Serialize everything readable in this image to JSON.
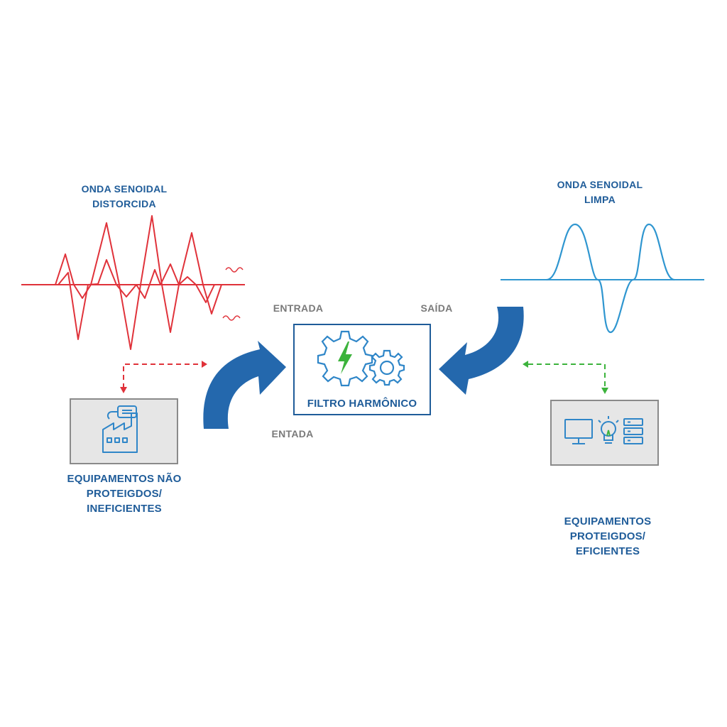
{
  "diagram": {
    "left_wave": {
      "title": "ONDA SENOIDAL\nDISTORCIDA",
      "color": "#e0323a",
      "type": "distorted-sine"
    },
    "right_wave": {
      "title": "ONDA SENOIDAL\nLIMPA",
      "color": "#2f96d0",
      "type": "clean-sine"
    },
    "filter": {
      "label": "FILTRO HARMÔNICO",
      "border_color": "#1f5c99",
      "icons": [
        "gear-lightning-icon",
        "gear-icon"
      ],
      "lightning_color": "#3cb33c"
    },
    "flow": {
      "input_top": "ENTRADA",
      "output_top": "SAÍDA",
      "input_bottom": "ENTADA",
      "arrow_color": "#2468ad"
    },
    "left_equipment": {
      "title": "EQUIPAMENTOS NÃO\nPROTEIGDOS/\nINEFICIENTES",
      "icon": "factory-icon",
      "connector_color": "#e0323a"
    },
    "right_equipment": {
      "title": "EQUIPAMENTOS\nPROTEIGDOS/\nEFICIENTES",
      "icons": [
        "monitor-icon",
        "lightbulb-icon",
        "server-icon"
      ],
      "connector_color": "#3cb33c"
    }
  }
}
